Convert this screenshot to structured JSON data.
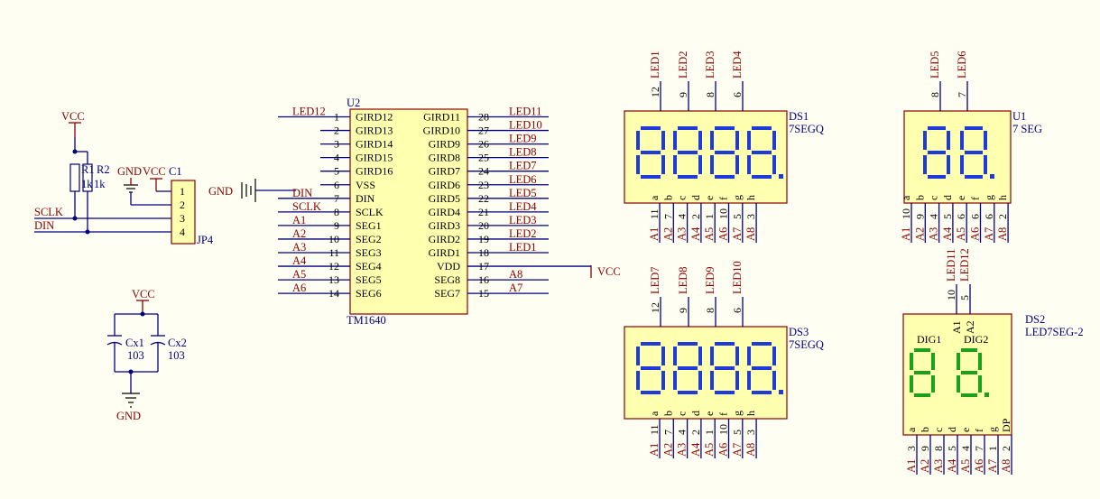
{
  "colors": {
    "wire": "#000080",
    "power": "#8b0000",
    "body": "#ffffb0",
    "digit_blue": "#1e3adb",
    "digit_green": "#1aa01a"
  },
  "jp4": {
    "designator": "JP4",
    "pins": [
      "1",
      "2",
      "3",
      "4"
    ]
  },
  "power": {
    "vcc": "VCC",
    "gnd": "GND"
  },
  "resistors": {
    "r1": "R1",
    "r2": "R2",
    "r1_value": "1k",
    "r2_value": "1k"
  },
  "c1": "C1",
  "nets": {
    "sclk": "SCLK",
    "din": "DIN"
  },
  "caps": {
    "cx1": "Cx1",
    "cx2": "Cx2",
    "cx1_value": "103",
    "cx2_value": "103"
  },
  "u2": {
    "designator": "U2",
    "part": "TM1640",
    "left_pins": [
      {
        "num": "1",
        "name": "GIRD12",
        "net": "LED12"
      },
      {
        "num": "2",
        "name": "GIRD13",
        "net": ""
      },
      {
        "num": "3",
        "name": "GIRD14",
        "net": ""
      },
      {
        "num": "4",
        "name": "GIRD15",
        "net": ""
      },
      {
        "num": "5",
        "name": "GIRD16",
        "net": ""
      },
      {
        "num": "6",
        "name": "VSS",
        "net": ""
      },
      {
        "num": "7",
        "name": "DIN",
        "net": "DIN"
      },
      {
        "num": "8",
        "name": "SCLK",
        "net": "SCLK"
      },
      {
        "num": "9",
        "name": "SEG1",
        "net": "A1"
      },
      {
        "num": "10",
        "name": "SEG2",
        "net": "A2"
      },
      {
        "num": "11",
        "name": "SEG3",
        "net": "A3"
      },
      {
        "num": "12",
        "name": "SEG4",
        "net": "A4"
      },
      {
        "num": "13",
        "name": "SEG5",
        "net": "A5"
      },
      {
        "num": "14",
        "name": "SEG6",
        "net": "A6"
      }
    ],
    "right_pins": [
      {
        "num": "28",
        "name": "GIRD11",
        "net": "LED11"
      },
      {
        "num": "27",
        "name": "GIRD10",
        "net": "LED10"
      },
      {
        "num": "26",
        "name": "GIRD9",
        "net": "LED9"
      },
      {
        "num": "25",
        "name": "GIRD8",
        "net": "LED8"
      },
      {
        "num": "24",
        "name": "GIRD7",
        "net": "LED7"
      },
      {
        "num": "23",
        "name": "GIRD6",
        "net": "LED6"
      },
      {
        "num": "22",
        "name": "GIRD5",
        "net": "LED5"
      },
      {
        "num": "21",
        "name": "GIRD4",
        "net": "LED4"
      },
      {
        "num": "20",
        "name": "GIRD3",
        "net": "LED3"
      },
      {
        "num": "19",
        "name": "GIRD2",
        "net": "LED2"
      },
      {
        "num": "18",
        "name": "GIRD1",
        "net": "LED1"
      },
      {
        "num": "17",
        "name": "VDD",
        "net": "VCC"
      },
      {
        "num": "16",
        "name": "SEG8",
        "net": "A8"
      },
      {
        "num": "15",
        "name": "SEG7",
        "net": "A7"
      }
    ]
  },
  "displays": [
    {
      "designator": "DS1",
      "type": "7SEGQ",
      "digits": 4,
      "top_pins": [
        "12",
        "9",
        "8",
        "6"
      ],
      "top_nets": [
        "LED1",
        "LED2",
        "LED3",
        "LED4"
      ],
      "bottom_nets": [
        "A1",
        "A2",
        "A3",
        "A4",
        "A5",
        "A6",
        "A7",
        "A8"
      ],
      "bottom_pins": [
        "11",
        "7",
        "4",
        "2",
        "1",
        "10",
        "5",
        "3"
      ],
      "seg_letters": [
        "a",
        "b",
        "c",
        "d",
        "e",
        "f",
        "g",
        "h"
      ]
    },
    {
      "designator": "U1",
      "type": "7 SEG",
      "digits": 2,
      "top_pins": [
        "8",
        "7"
      ],
      "top_nets": [
        "LED5",
        "LED6"
      ],
      "bottom_nets": [
        "A1",
        "A2",
        "A3",
        "A4",
        "A5",
        "A6",
        "A7",
        "A8"
      ],
      "bottom_pins": [
        "10",
        "9",
        "4",
        "5",
        "6",
        "6",
        "6",
        "2"
      ],
      "seg_letters": [
        "a",
        "b",
        "c",
        "d",
        "e",
        "f",
        "g",
        "h"
      ]
    },
    {
      "designator": "DS3",
      "type": "7SEGQ",
      "digits": 4,
      "top_pins": [
        "12",
        "9",
        "8",
        "6"
      ],
      "top_nets": [
        "LED7",
        "LED8",
        "LED9",
        "LED10"
      ],
      "bottom_nets": [
        "A1",
        "A2",
        "A3",
        "A4",
        "A5",
        "A6",
        "A7",
        "A8"
      ],
      "bottom_pins": [
        "11",
        "7",
        "4",
        "2",
        "1",
        "10",
        "5",
        "3"
      ],
      "seg_letters": [
        "a",
        "b",
        "c",
        "d",
        "e",
        "f",
        "g",
        "h"
      ]
    },
    {
      "designator": "DS2",
      "type": "LED7SEG-2",
      "digits": 2,
      "top_pins": [
        "10",
        "5"
      ],
      "top_nets": [
        "LED11",
        "LED12"
      ],
      "inner_labels": [
        "A1",
        "A2"
      ],
      "dig_labels": [
        "DIG1",
        "DIG2"
      ],
      "bottom_nets": [
        "A1",
        "A2",
        "A3",
        "A4",
        "A5",
        "A6",
        "A7",
        "A8"
      ],
      "bottom_pins": [
        "3",
        "9",
        "8",
        "5",
        "4",
        "7",
        "1",
        "2"
      ],
      "seg_letters": [
        "a",
        "b",
        "c",
        "d",
        "e",
        "f",
        "g",
        "DP"
      ]
    }
  ]
}
